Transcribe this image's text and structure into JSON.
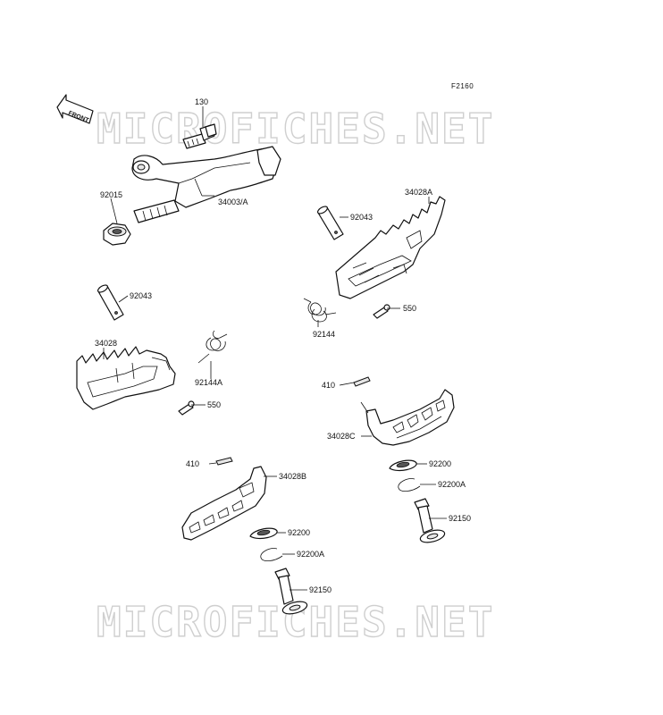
{
  "figure_code": "F2160",
  "front_label": "FRONT",
  "watermark_top": "MICROFICHES.NET",
  "watermark_bottom": "MICROFICHES.NET",
  "callouts": {
    "c130": "130",
    "c92015": "92015",
    "c34003a": "34003/A",
    "c92043_right": "92043",
    "c34028a": "34028A",
    "c92043_left": "92043",
    "c550_right": "550",
    "c92144": "92144",
    "c34028": "34028",
    "c92144a": "92144A",
    "c550_left": "550",
    "c410_right": "410",
    "c34028c": "34028C",
    "c92200_right": "92200",
    "c92200a_right": "92200A",
    "c92150_right": "92150",
    "c410_left": "410",
    "c34028b": "34028B",
    "c92200_left": "92200",
    "c92200a_left": "92200A",
    "c92150_left": "92150"
  }
}
